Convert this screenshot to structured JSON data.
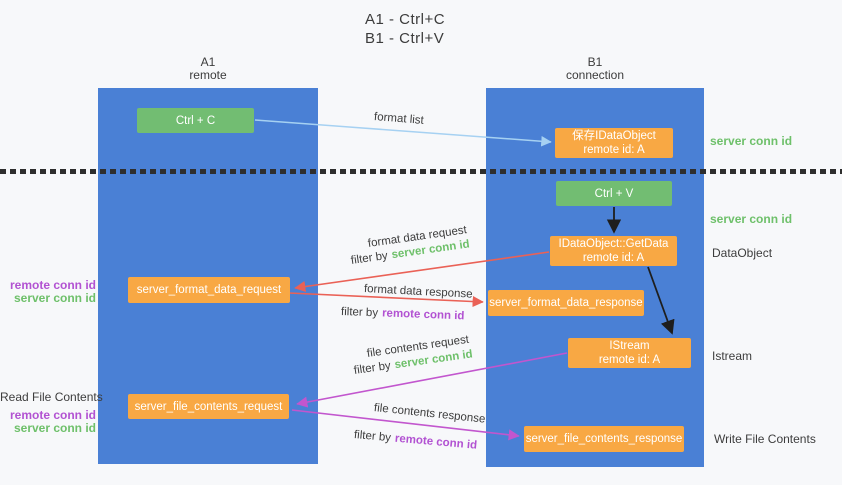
{
  "title": {
    "line1": "A1 - Ctrl+C",
    "line2": "B1 - Ctrl+V"
  },
  "columns": {
    "left": {
      "name": "A1",
      "role": "remote"
    },
    "right": {
      "name": "B1",
      "role": "connection"
    }
  },
  "nodes": {
    "ctrl_c": "Ctrl + C",
    "ctrl_v": "Ctrl + V",
    "save_dataobject": {
      "line1": "保存IDataObject",
      "line2": "remote id: A"
    },
    "getdata": {
      "line1": "IDataObject::GetData",
      "line2": "remote id: A"
    },
    "istream": {
      "line1": "IStream",
      "line2": "remote id: A"
    },
    "format_request": "server_format_data_request",
    "format_response": "server_format_data_response",
    "file_request": "server_file_contents_request",
    "file_response": "server_file_contents_response"
  },
  "edge_labels": {
    "format_list": "format list",
    "format_data_request": "format data request",
    "filter_by_1": "filter by",
    "filter_server_1": "server conn id",
    "format_data_response": "format data response",
    "filter_by_2": "filter by",
    "filter_remote_2": "remote conn id",
    "file_contents_request": "file contents request",
    "filter_by_3": "filter by",
    "filter_server_3": "server conn id",
    "file_contents_response": "file contents response",
    "filter_by_4": "filter by",
    "filter_remote_4": "remote conn id"
  },
  "side_labels": {
    "server_conn_id_top": "server conn id",
    "server_conn_id_mid": "server conn id",
    "dataobject": "DataObject",
    "istream": "Istream",
    "write_file_contents": "Write File Contents",
    "read_file_contents": "Read File Contents",
    "left_remote_conn_1": "remote conn id",
    "left_server_conn_1": "server conn id",
    "left_remote_conn_2": "remote conn id",
    "left_server_conn_2": "server conn id"
  },
  "colors": {
    "background": "#f7f8fa",
    "column_blue": "#4a80d5",
    "box_orange": "#f8a844",
    "button_green": "#72bd72",
    "green_label": "#6ec06a",
    "purple_label": "#b252d2",
    "red_arrow": "#ea6156",
    "magenta_arrow": "#c256ce",
    "light_blue_arrow": "#a6d1f2",
    "black_arrow": "#1e1e1e",
    "dark_text": "#3d3d3d"
  }
}
